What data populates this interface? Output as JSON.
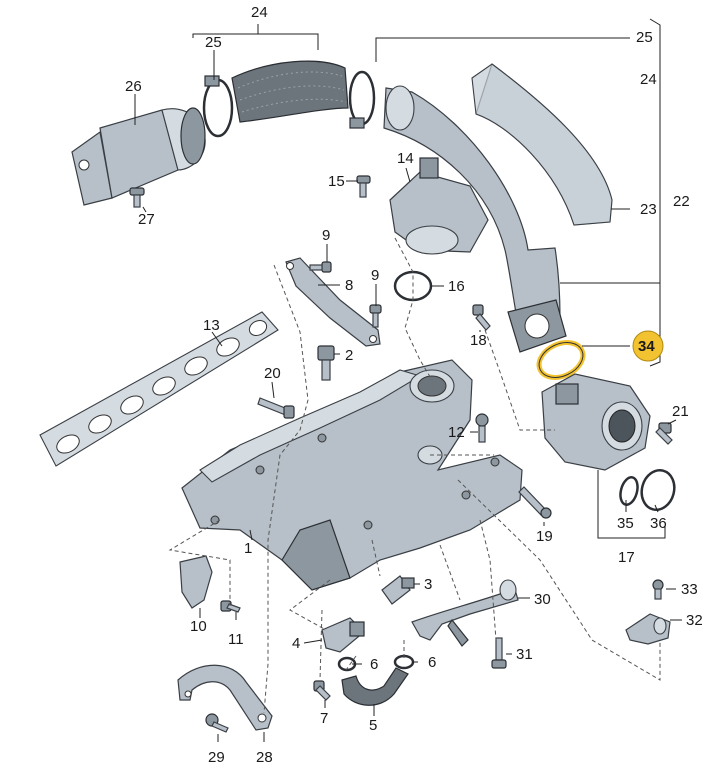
{
  "callouts": {
    "n1": "1",
    "n2": "2",
    "n3": "3",
    "n4": "4",
    "n5": "5",
    "n6a": "6",
    "n6b": "6",
    "n7": "7",
    "n8": "8",
    "n9a": "9",
    "n9b": "9",
    "n10": "10",
    "n11": "11",
    "n12": "12",
    "n13": "13",
    "n14": "14",
    "n15": "15",
    "n16": "16",
    "n17": "17",
    "n18": "18",
    "n19": "19",
    "n20": "20",
    "n21": "21",
    "n22": "22",
    "n23": "23",
    "n24a": "24",
    "n24b": "24",
    "n25a": "25",
    "n25b": "25",
    "n26": "26",
    "n27": "27",
    "n28": "28",
    "n29": "29",
    "n30": "30",
    "n31": "31",
    "n32": "32",
    "n33": "33",
    "n34": "34",
    "n35": "35",
    "n36": "36"
  },
  "colors": {
    "highlight": "#f2c230",
    "part_fill": "#b7c0c8",
    "line": "#222222"
  }
}
